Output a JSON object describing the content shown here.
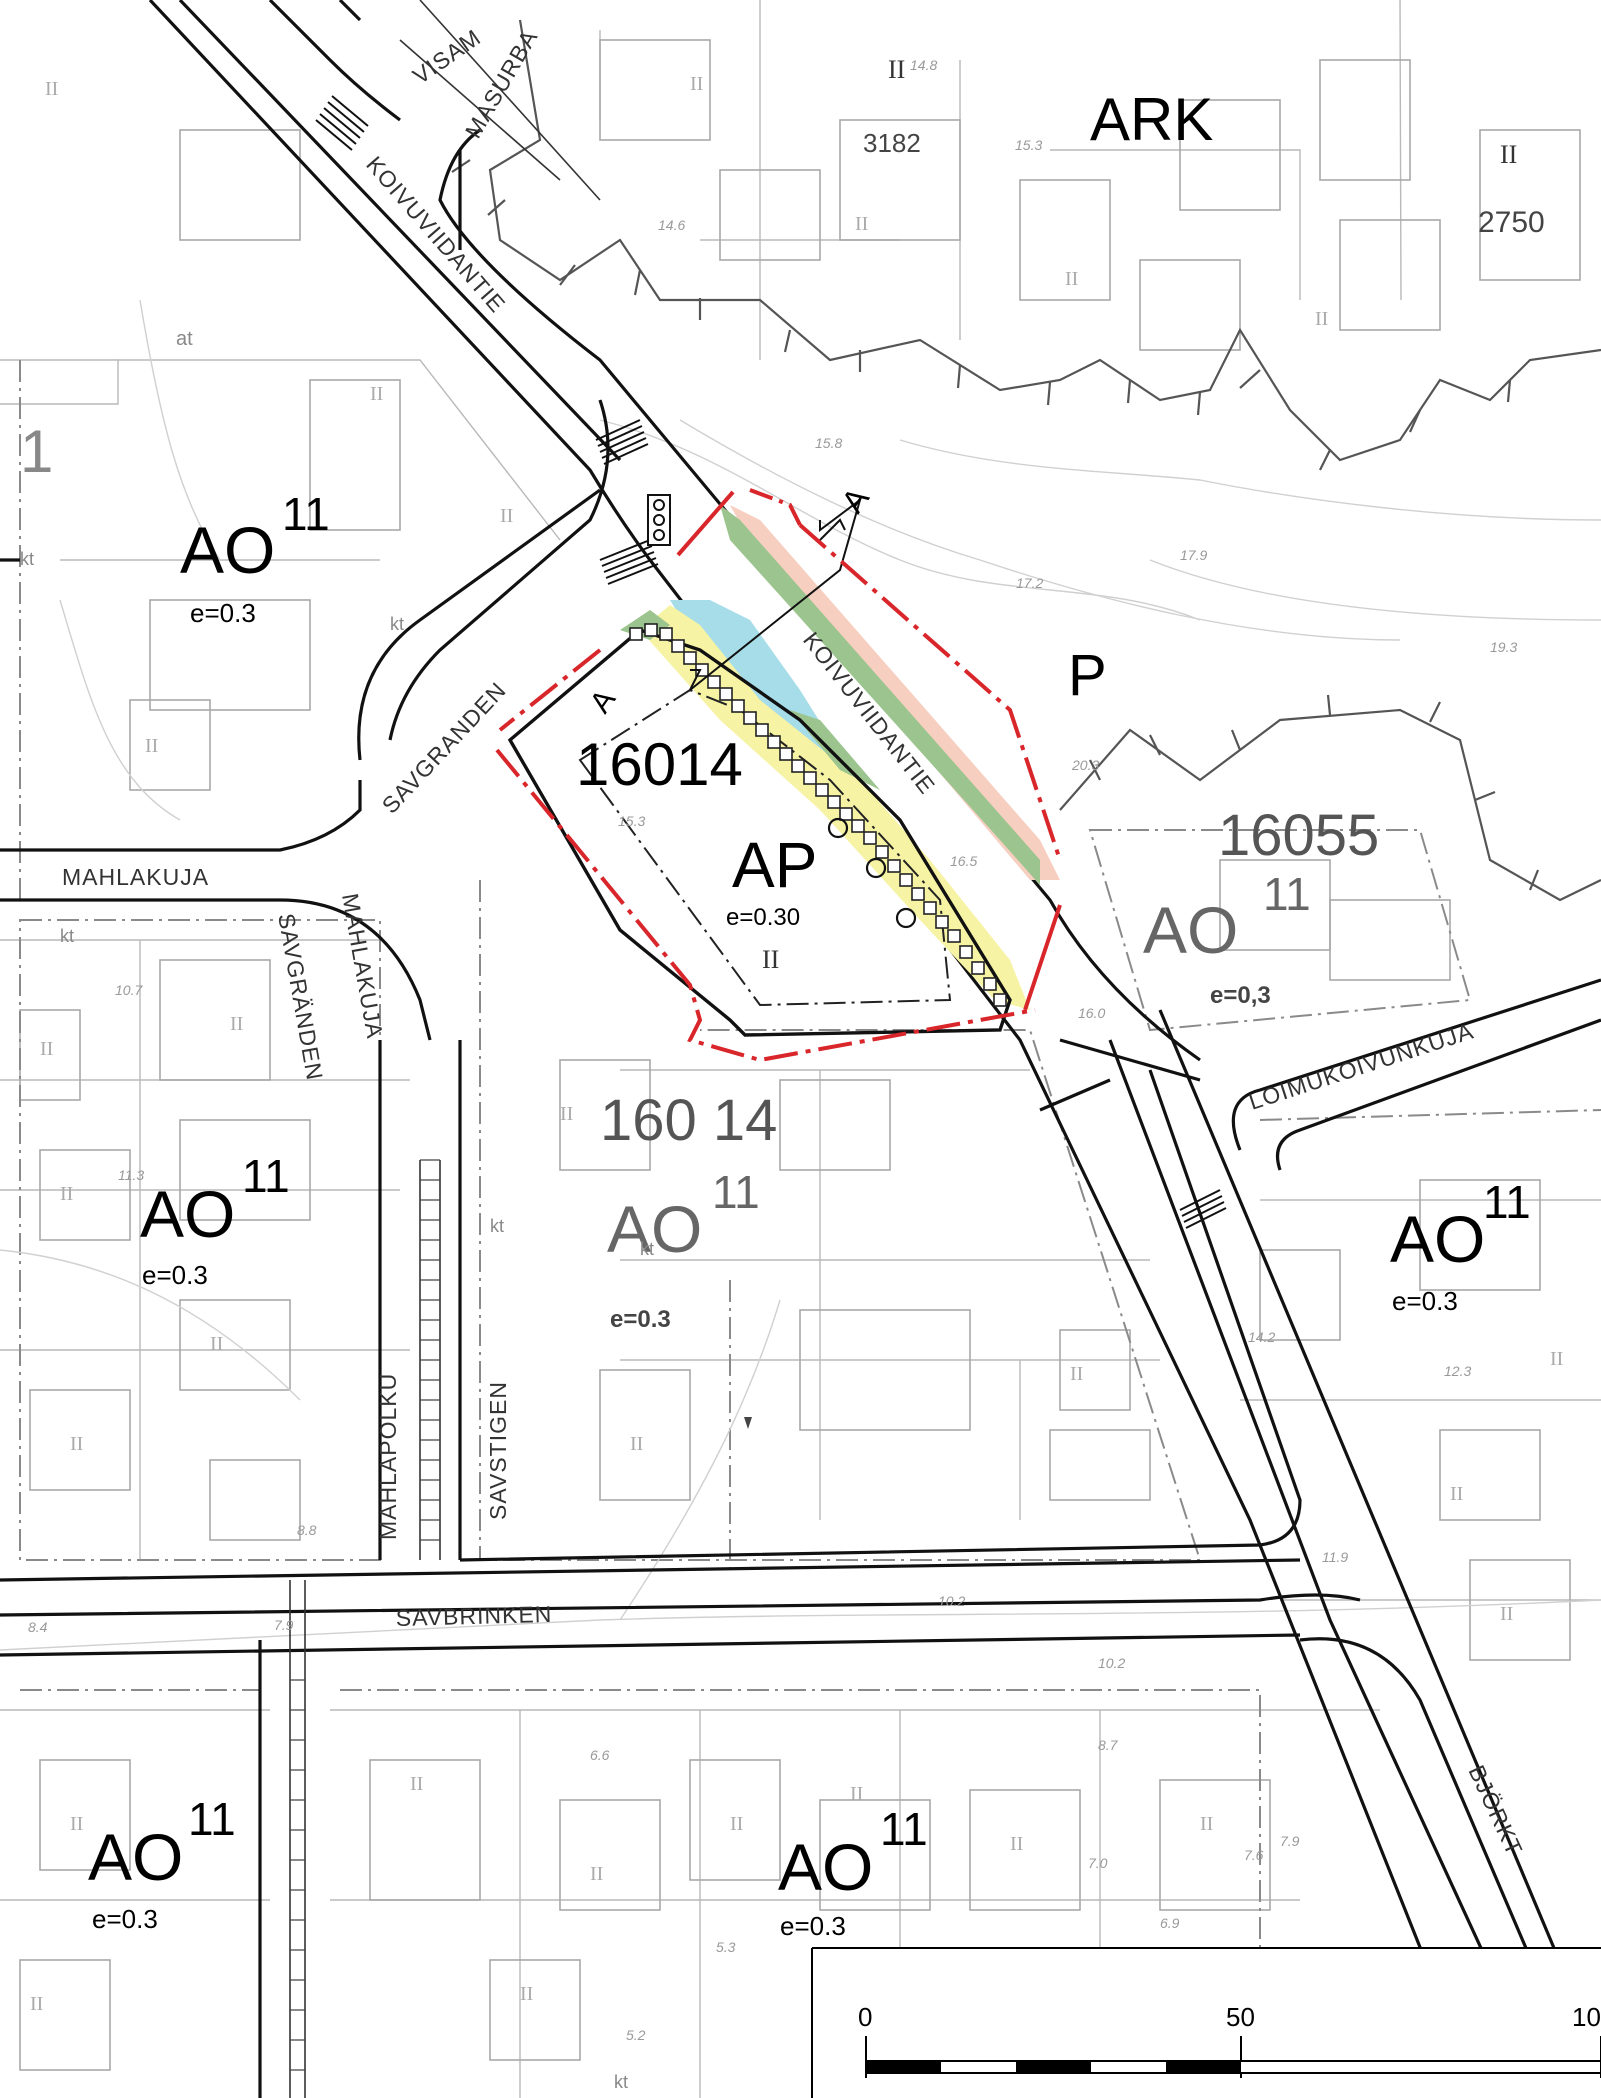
{
  "map": {
    "zones": {
      "ark": "ARK",
      "p": "P",
      "ap": "AP",
      "ap_eff": "e=0.30",
      "ap_floors": "II",
      "ao": "AO",
      "ao_sup": "11",
      "ao_eff": "e=0.3",
      "ao_eff_alt": "e=0,3",
      "edge_one": "1"
    },
    "blocks": {
      "block_16014": "16014",
      "block_16014_alt": "160 14",
      "block_16055": "16055",
      "ark_3182": "3182",
      "ark_2750": "2750",
      "ark_floor": "II"
    },
    "streets": {
      "koivuviidantie": "KOIVUVIIDANTIE",
      "savgranden": "SAVGRANDEN",
      "savgranden_v": "SAVGRÄNDEN",
      "mahlakuja": "MAHLAKUJA",
      "mahlapolku": "MAHLAPOLKU",
      "savstigen": "SAVSTIGEN",
      "savbrinken": "SAVBRINKEN",
      "loimukoivunkuja": "LOIMUKOIVUNKUJA",
      "bjorkt": "BJÖRKT",
      "visam": "VISAM",
      "masurba": "MASURBA"
    },
    "section": "A",
    "elevations": [
      "14.8",
      "15.3",
      "14.6",
      "15.8",
      "17.9",
      "17.2",
      "19.3",
      "20.3",
      "16.5",
      "16.0",
      "15.3",
      "10.7",
      "11.3",
      "8.8",
      "14.2",
      "12.3",
      "11.9",
      "10.2",
      "8.4",
      "7.9",
      "6.6",
      "8.7",
      "7.0",
      "7.6",
      "7.9",
      "5.3",
      "5.2",
      "6.9",
      "10.2"
    ],
    "labels": {
      "kt": "kt",
      "at": "at"
    }
  },
  "scale_bar": {
    "start": "0",
    "mid": "50",
    "end": "10"
  },
  "colors": {
    "plan_boundary": "#d9262b",
    "road_strip": "#f6cfc0",
    "green_strip": "#9cc48e",
    "water_blue": "#a6dde9",
    "yellow_area": "#f6f3a4"
  }
}
